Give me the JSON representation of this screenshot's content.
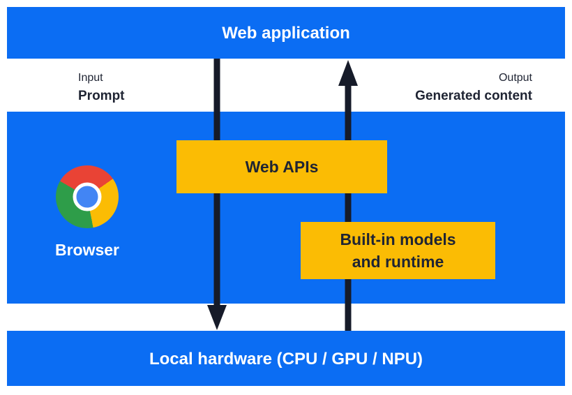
{
  "diagram": {
    "title": "Web application",
    "input": {
      "label": "Input",
      "value": "Prompt"
    },
    "output": {
      "label": "Output",
      "value": "Generated content"
    },
    "browser": {
      "label": "Browser",
      "icon": "chrome-browser-logo"
    },
    "web_apis": {
      "label": "Web APIs"
    },
    "builtin": {
      "lines": [
        "Built-in models",
        "and runtime"
      ]
    },
    "hardware": {
      "label": "Local hardware (CPU / GPU / NPU)"
    }
  },
  "colors": {
    "blue": "#0b6df3",
    "yellow": "#fbbc04",
    "ink": "#1f2433",
    "arrow": "#161b29",
    "chrome-red": "#e94335",
    "chrome-yellow": "#fbbc04",
    "chrome-green": "#2e9d49",
    "chrome-blue": "#4285f4"
  }
}
